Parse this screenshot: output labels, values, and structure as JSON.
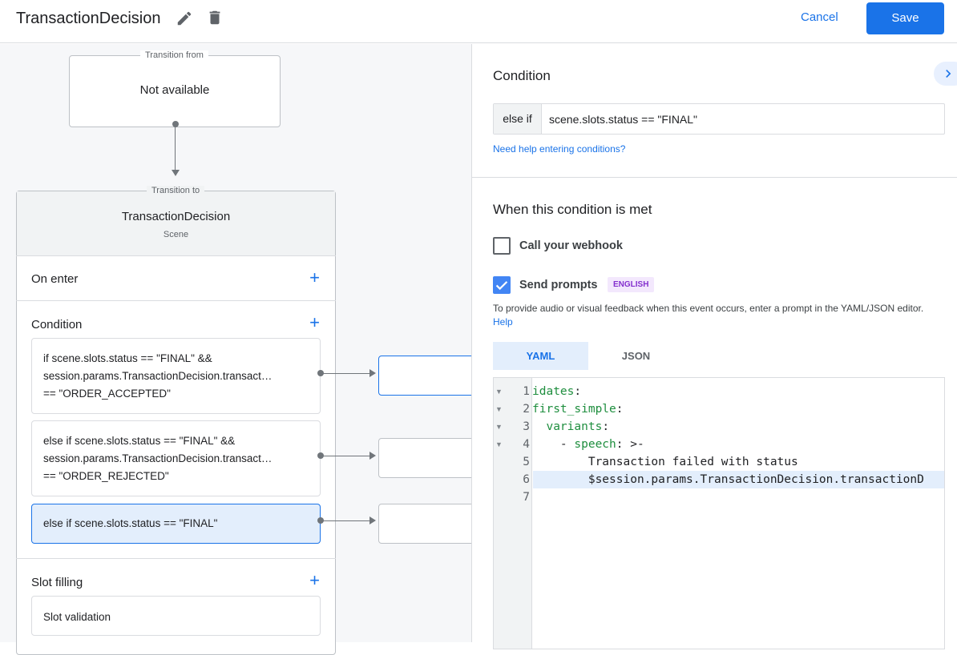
{
  "header": {
    "title": "TransactionDecision",
    "edit_icon": "pencil-icon",
    "delete_icon": "trash-icon",
    "cancel": "Cancel",
    "save": "Save"
  },
  "flow": {
    "transition_from_label": "Transition from",
    "transition_from_value": "Not available",
    "transition_to_label": "Transition to",
    "scene_name": "TransactionDecision",
    "scene_type": "Scene",
    "on_enter": "On enter",
    "condition": "Condition",
    "slot_filling": "Slot filling",
    "slot_validation": "Slot validation",
    "conditions": [
      {
        "lines": [
          "if scene.slots.status == \"FINAL\" &&",
          "session.params.TransactionDecision.transact…",
          "== \"ORDER_ACCEPTED\""
        ]
      },
      {
        "lines": [
          "else if scene.slots.status == \"FINAL\" &&",
          "session.params.TransactionDecision.transact…",
          "== \"ORDER_REJECTED\""
        ]
      },
      {
        "lines": [
          "else if scene.slots.status == \"FINAL\""
        ]
      }
    ]
  },
  "panel": {
    "condition_title": "Condition",
    "prefix": "else if",
    "expression": "scene.slots.status == \"FINAL\"",
    "help_link": "Need help entering conditions?",
    "met_title": "When this condition is met",
    "webhook_label": "Call your webhook",
    "webhook_checked": false,
    "prompts_label": "Send prompts",
    "prompts_checked": true,
    "language_badge": "ENGLISH",
    "description": "To provide audio or visual feedback when this event occurs, enter a prompt in the YAML/JSON editor.",
    "help": "Help",
    "tabs": [
      {
        "label": "YAML",
        "active": true
      },
      {
        "label": "JSON",
        "active": false
      }
    ],
    "code": [
      {
        "n": "1",
        "key": "idates",
        "rest": ":",
        "fold": true
      },
      {
        "n": "2",
        "key": "first_simple",
        "rest": ":",
        "fold": true
      },
      {
        "n": "3",
        "pre": "  ",
        "key": "variants",
        "rest": ":",
        "fold": true
      },
      {
        "n": "4",
        "pre": "    - ",
        "key": "speech",
        "rest": ": >-",
        "fold": true
      },
      {
        "n": "5",
        "pre": "        ",
        "rest": "Transaction failed with status"
      },
      {
        "n": "6",
        "pre": "        ",
        "rest": "$session.params.TransactionDecision.transactionD",
        "highlight": true
      },
      {
        "n": "7",
        "rest": ""
      }
    ]
  },
  "colors": {
    "accent": "#1a73e8",
    "selected_bg": "#e3eefc",
    "badge_bg": "#f3e8fd",
    "badge_text": "#8430ce",
    "code_key": "#1e8e3e"
  }
}
